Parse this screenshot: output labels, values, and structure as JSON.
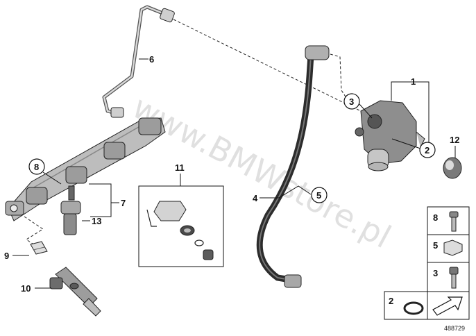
{
  "watermark": "www.BMWstore.pl",
  "diagram_number": "488729",
  "callouts": [
    {
      "id": "c1",
      "text": "1"
    },
    {
      "id": "c2",
      "text": "2"
    },
    {
      "id": "c3",
      "text": "3"
    },
    {
      "id": "c4",
      "text": "4"
    },
    {
      "id": "c5",
      "text": "5"
    },
    {
      "id": "c6",
      "text": "6"
    },
    {
      "id": "c7",
      "text": "7"
    },
    {
      "id": "c8",
      "text": "8"
    },
    {
      "id": "c9",
      "text": "9"
    },
    {
      "id": "c10",
      "text": "10"
    },
    {
      "id": "c11",
      "text": "11"
    },
    {
      "id": "c12",
      "text": "12"
    },
    {
      "id": "c13",
      "text": "13"
    }
  ],
  "legend_items": [
    {
      "text": "8"
    },
    {
      "text": "5"
    },
    {
      "text": "3"
    },
    {
      "text": "2"
    }
  ]
}
